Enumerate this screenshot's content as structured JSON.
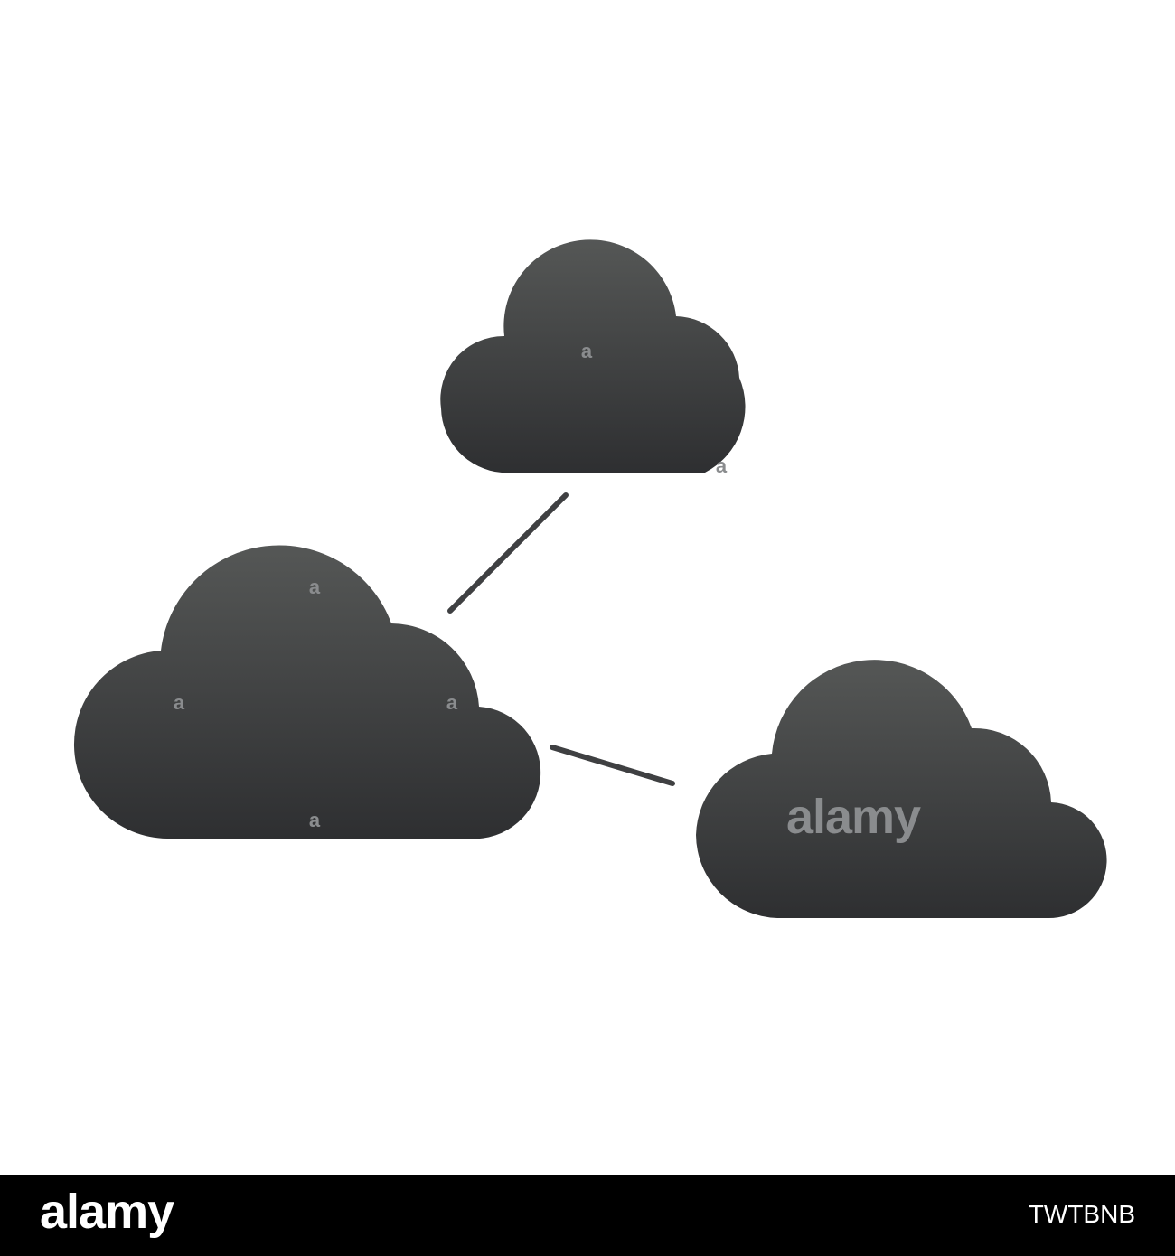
{
  "diagram": {
    "nodes": [
      {
        "id": "cloud-top",
        "icon": "cloud-icon"
      },
      {
        "id": "cloud-left",
        "icon": "cloud-icon"
      },
      {
        "id": "cloud-right",
        "icon": "cloud-icon"
      }
    ],
    "connections": [
      {
        "from": "cloud-left",
        "to": "cloud-top"
      },
      {
        "from": "cloud-left",
        "to": "cloud-right"
      }
    ],
    "colors": {
      "cloud_top": "#555756",
      "cloud_bottom": "#2e2f31",
      "connector": "#3f4042",
      "background": "#ffffff"
    }
  },
  "watermark": {
    "small_mark": "a",
    "center_text": "alamy",
    "color": "#8a8c8e"
  },
  "footer": {
    "logo": "alamy",
    "image_id": "TWTBNB",
    "background": "#000000",
    "text_color": "#ffffff"
  }
}
